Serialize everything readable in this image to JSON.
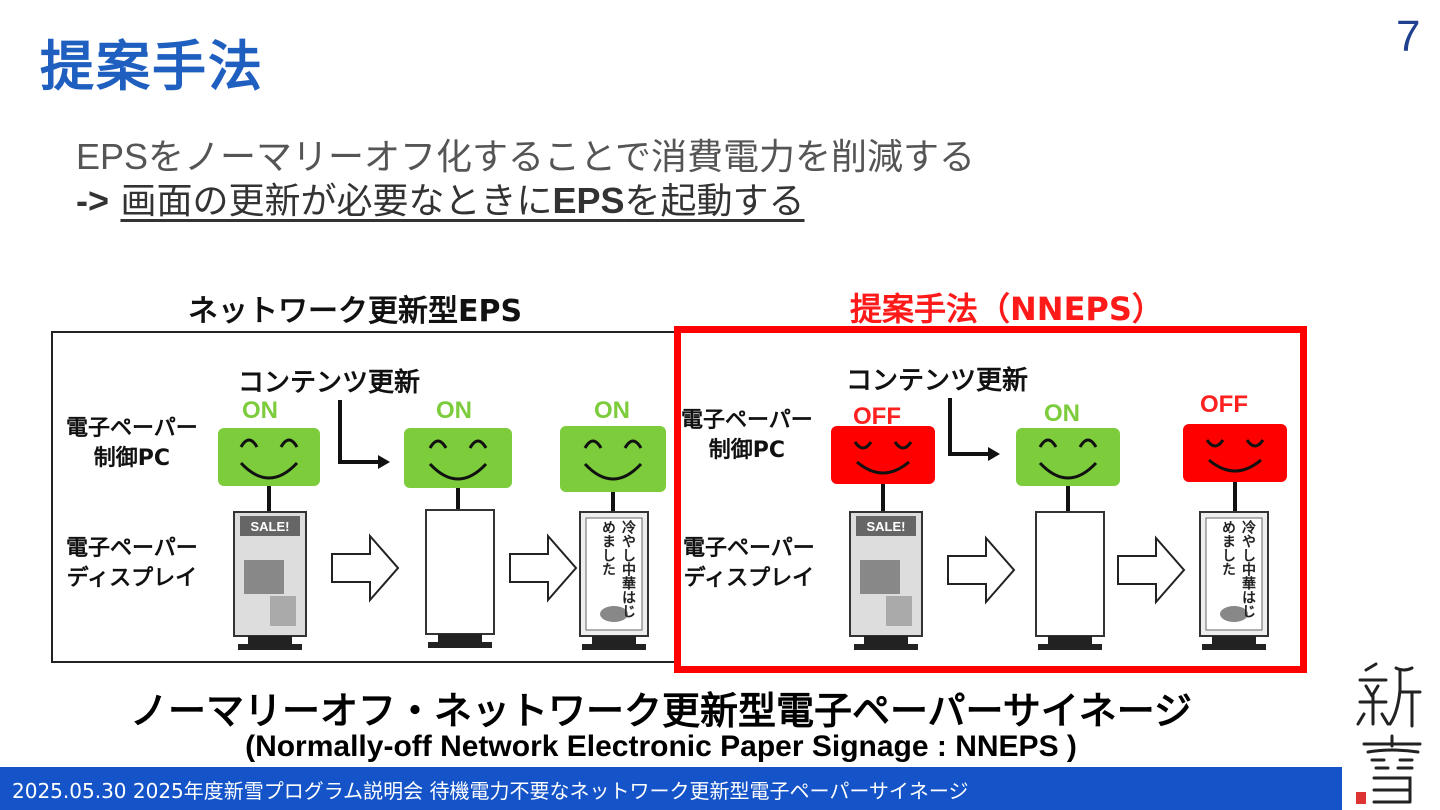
{
  "slide": {
    "title": "提案手法",
    "page_number": "7"
  },
  "subtitle": {
    "line1_latin": "EPS",
    "line1_rest": "をノーマリーオフ化することで消費電力を削減する",
    "line2_arrow": "->",
    "line2_part1": "画面の更新が必要なときに",
    "line2_eps": "EPS",
    "line2_part2": "を起動する"
  },
  "figure": {
    "left_header": "ネットワーク更新型EPS",
    "right_header": "提案手法（NNEPS）",
    "row_labels": {
      "pc": "電子ペーパー\n制御PC",
      "display": "電子ペーパー\nディスプレイ"
    },
    "content_update": "コンテンツ更新",
    "left_states": [
      "ON",
      "ON",
      "ON"
    ],
    "right_states": [
      "OFF",
      "ON",
      "OFF"
    ],
    "poster_sale": "SALE!",
    "poster_vertical": "冷やし中華はじめました",
    "colors": {
      "on": "#7ccc3c",
      "off": "#ff0000",
      "frame": "#ff0000"
    }
  },
  "bottom": {
    "title_jp": "ノーマリーオフ・ネットワーク更新型電子ペーパーサイネージ",
    "title_en": "(Normally-off Network Electronic Paper Signage : NNEPS )"
  },
  "footer": {
    "text": "2025.05.30 2025年度新雪プログラム説明会 待機電力不要なネットワーク更新型電子ペーパーサイネージ"
  },
  "logo": {
    "text": "新雪"
  }
}
